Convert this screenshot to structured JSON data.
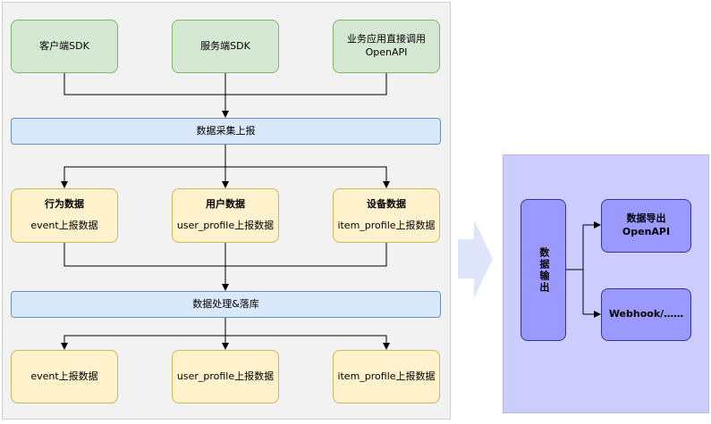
{
  "sources": {
    "client_sdk": "客户端SDK",
    "server_sdk": "服务端SDK",
    "openapi_line1": "业务应用直接调用",
    "openapi_line2": "OpenAPI"
  },
  "collect_bar": "数据采集上报",
  "data_types": {
    "behavior_title": "行为数据",
    "behavior_sub": "event上报数据",
    "user_title": "用户数据",
    "user_sub": "user_profile上报数据",
    "device_title": "设备数据",
    "device_sub": "item_profile上报数据"
  },
  "process_bar": "数据处理&落库",
  "outputs": {
    "event": "event上报数据",
    "user": "user_profile上报数据",
    "item": "item_profile上报数据"
  },
  "export_panel": {
    "data_output": "数据输出",
    "export_line1": "数据导出",
    "export_line2": "OpenAPI",
    "webhook": "Webhook/……"
  },
  "colors": {
    "left_panel_bg": "#f2f2f2",
    "right_panel_bg": "#ccccff",
    "green": "#d5e8d4",
    "blue": "#dae8fc",
    "yellow": "#fff2cc",
    "purple": "#9999ff",
    "arrow_shape": "#dfe6fb"
  }
}
